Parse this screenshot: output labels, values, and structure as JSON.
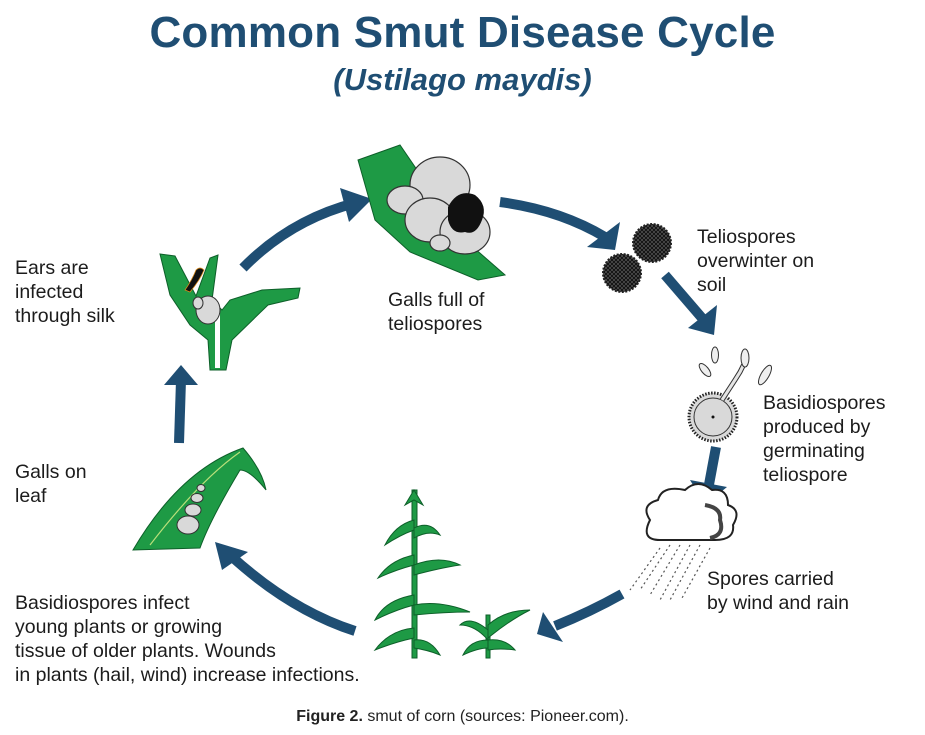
{
  "diagram": {
    "title": "Common Smut Disease Cycle",
    "subtitle": "(Ustilago maydis)",
    "colors": {
      "title": "#1f4e73",
      "arrow": "#1f4e73",
      "leaf": "#1e9a45",
      "gall": "#d9d9d9",
      "text": "#1c1c1c"
    },
    "stages": [
      {
        "id": "galls-full",
        "label": "Galls full of\nteliospores",
        "icon": "gall-on-leaf-icon"
      },
      {
        "id": "overwinter",
        "label": "Teliospores\noverwinter on\nsoil",
        "icon": "teliospores-icon"
      },
      {
        "id": "basidiospores-produced",
        "label": "Basidiospores\nproduced by\ngerminating\nteliospore",
        "icon": "germinating-teliospore-icon"
      },
      {
        "id": "wind-rain",
        "label": "Spores carried\nby wind and rain",
        "icon": "rain-cloud-icon"
      },
      {
        "id": "infect-plants",
        "label": "Basidiospores infect\nyoung plants or growing\ntissue of older plants. Wounds\nin plants (hail, wind) increase infections.",
        "icon": "corn-plants-icon"
      },
      {
        "id": "galls-leaf",
        "label": "Galls on\nleaf",
        "icon": "leaf-gall-icon"
      },
      {
        "id": "ears-infected",
        "label": "Ears are\ninfected\nthrough silk",
        "icon": "corn-ear-icon"
      }
    ],
    "caption": {
      "prefix": "Figure 2.",
      "text": " smut of corn (sources: Pioneer.com)."
    }
  }
}
